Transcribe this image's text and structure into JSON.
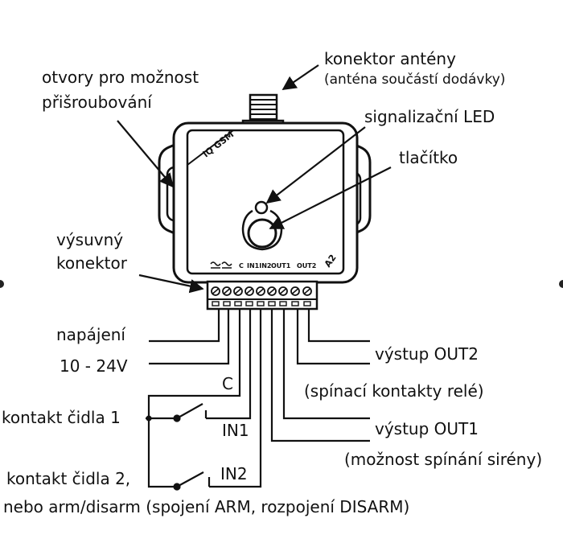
{
  "labels": {
    "mount_holes": [
      "otvory pro možnost",
      "přišroubování"
    ],
    "antenna_connector": "konektor antény",
    "antenna_note": "(anténa součástí dodávky)",
    "status_led": "signalizační LED",
    "button": "tlačítko",
    "pluggable_connector": [
      "výsuvný",
      "konektor"
    ],
    "power": [
      "napájení",
      "10 - 24V"
    ],
    "common": "C",
    "sensor1": "kontakt čidla 1",
    "in1": "IN1",
    "sensor2": "kontakt čidla 2,",
    "sensor2_note": "nebo arm/disarm (spojení ARM, rozpojení DISARM)",
    "in2": "IN2",
    "out2": "výstup OUT2",
    "out2_note": "(spínací kontakty relé)",
    "out1": "výstup OUT1",
    "out1_note": "(možnost spínání sirény)"
  },
  "device": {
    "brand": "iQ GSM",
    "model": "A2",
    "terminal_labels": {
      "c": "C",
      "in1in2": "IN1IN2",
      "out1": "OUT1",
      "out2": "OUT2"
    }
  },
  "colors": {
    "line": "#111111",
    "background": "#ffffff"
  }
}
